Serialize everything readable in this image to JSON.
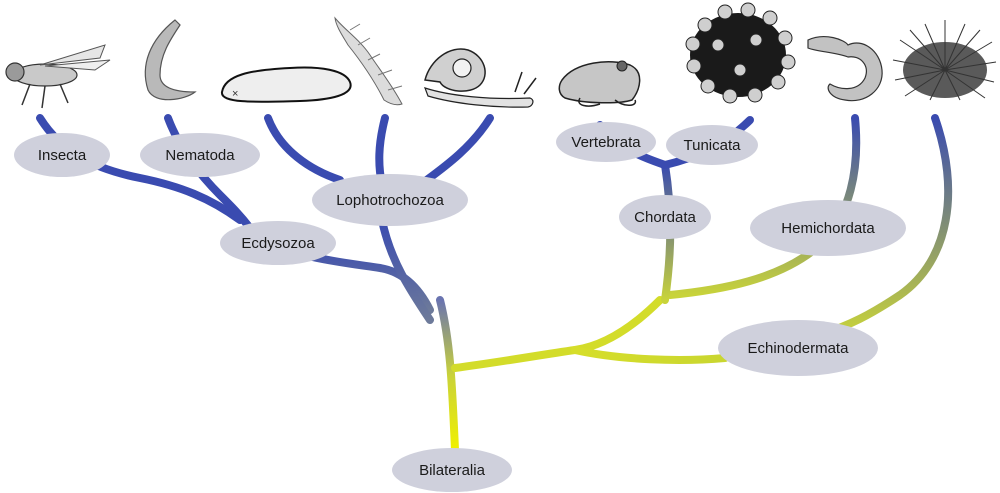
{
  "diagram": {
    "nodes": [
      {
        "id": "insecta",
        "label": "Insecta"
      },
      {
        "id": "nematoda",
        "label": "Nematoda"
      },
      {
        "id": "lophotrochozoa",
        "label": "Lophotrochozoa"
      },
      {
        "id": "ecdysozoa",
        "label": "Ecdysozoa"
      },
      {
        "id": "vertebrata",
        "label": "Vertebrata"
      },
      {
        "id": "tunicata",
        "label": "Tunicata"
      },
      {
        "id": "chordata",
        "label": "Chordata"
      },
      {
        "id": "hemichordata",
        "label": "Hemichordata"
      },
      {
        "id": "echinodermata",
        "label": "Echinodermata"
      },
      {
        "id": "bilateralia",
        "label": "Bilateralia"
      }
    ],
    "organisms": [
      {
        "name": "fly-icon"
      },
      {
        "name": "nematode-icon"
      },
      {
        "name": "flatworm-icon"
      },
      {
        "name": "annelid-icon"
      },
      {
        "name": "snail-icon"
      },
      {
        "name": "frog-icon"
      },
      {
        "name": "tunicate-colony-icon"
      },
      {
        "name": "acorn-worm-icon"
      },
      {
        "name": "sea-urchin-icon"
      }
    ],
    "colors": {
      "leaf": "#3a4bb0",
      "mid": "#7f8a8a",
      "root": "#e6ea1a",
      "ellipse": "#cfd0dc"
    }
  }
}
